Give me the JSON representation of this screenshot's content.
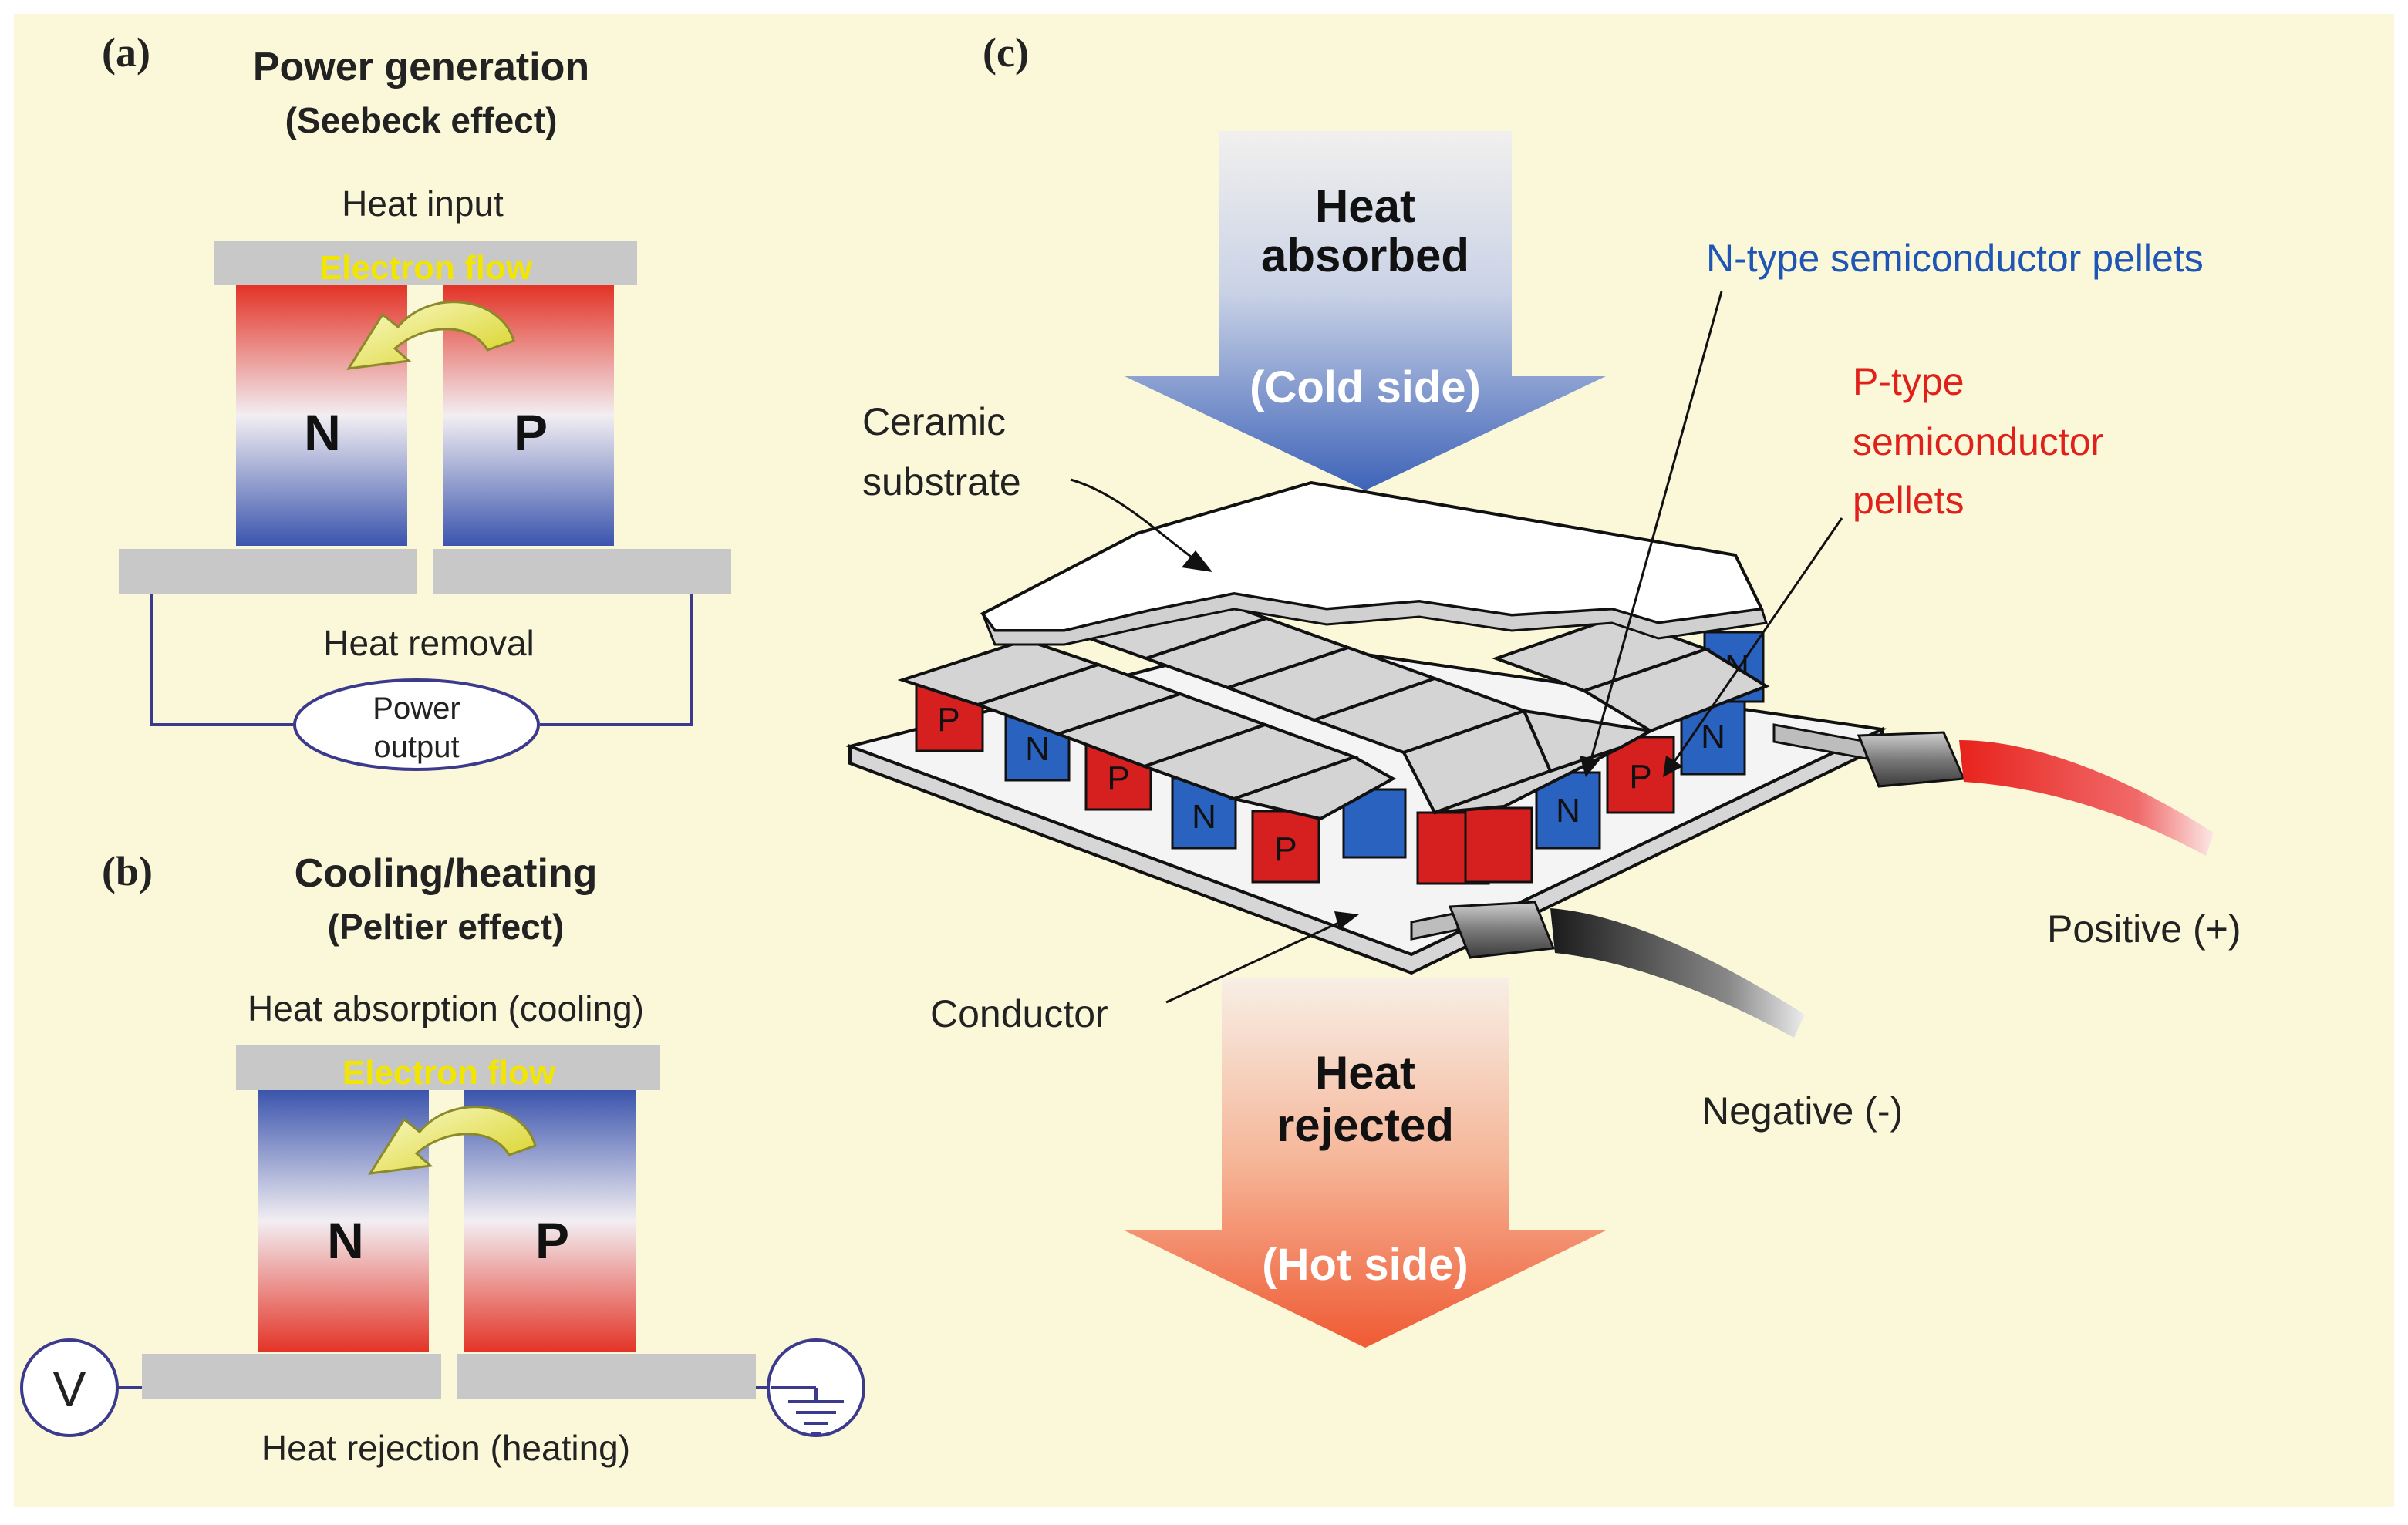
{
  "panel_a": {
    "letter": "(a)",
    "title": "Power generation",
    "subtitle": "(Seebeck effect)",
    "heat_in": "Heat input",
    "electron_flow": "Electron flow",
    "n_label": "N",
    "p_label": "P",
    "heat_out": "Heat removal",
    "power_line1": "Power",
    "power_line2": "output"
  },
  "panel_b": {
    "letter": "(b)",
    "title": "Cooling/heating",
    "subtitle": "(Peltier effect)",
    "heat_in": "Heat absorption (cooling)",
    "electron_flow": "Electron flow",
    "n_label": "N",
    "p_label": "P",
    "heat_out": "Heat rejection (heating)",
    "voltage": "V"
  },
  "panel_c": {
    "letter": "(c)",
    "heat_absorbed_1": "Heat",
    "heat_absorbed_2": "absorbed",
    "cold_side": "(Cold side)",
    "heat_rejected_1": "Heat",
    "heat_rejected_2": "rejected",
    "hot_side": "(Hot side)",
    "ceramic_1": "Ceramic",
    "ceramic_2": "substrate",
    "n_type": "N-type semiconductor pellets",
    "p_type_1": "P-type",
    "p_type_2": "semiconductor",
    "p_type_3": "pellets",
    "conductor": "Conductor",
    "positive": "Positive (+)",
    "negative": "Negative (-)",
    "pellet_n": "N",
    "pellet_p": "P"
  },
  "colors": {
    "background": "#fbf8d9",
    "plate": "#c8c8c8",
    "hot": "#e8322a",
    "cold": "#3b5bb0",
    "electron_flow_text": "#f2e600",
    "n_type_text": "#1f55b5",
    "p_type_text": "#e0201a",
    "wire": "#3c3a8c"
  }
}
